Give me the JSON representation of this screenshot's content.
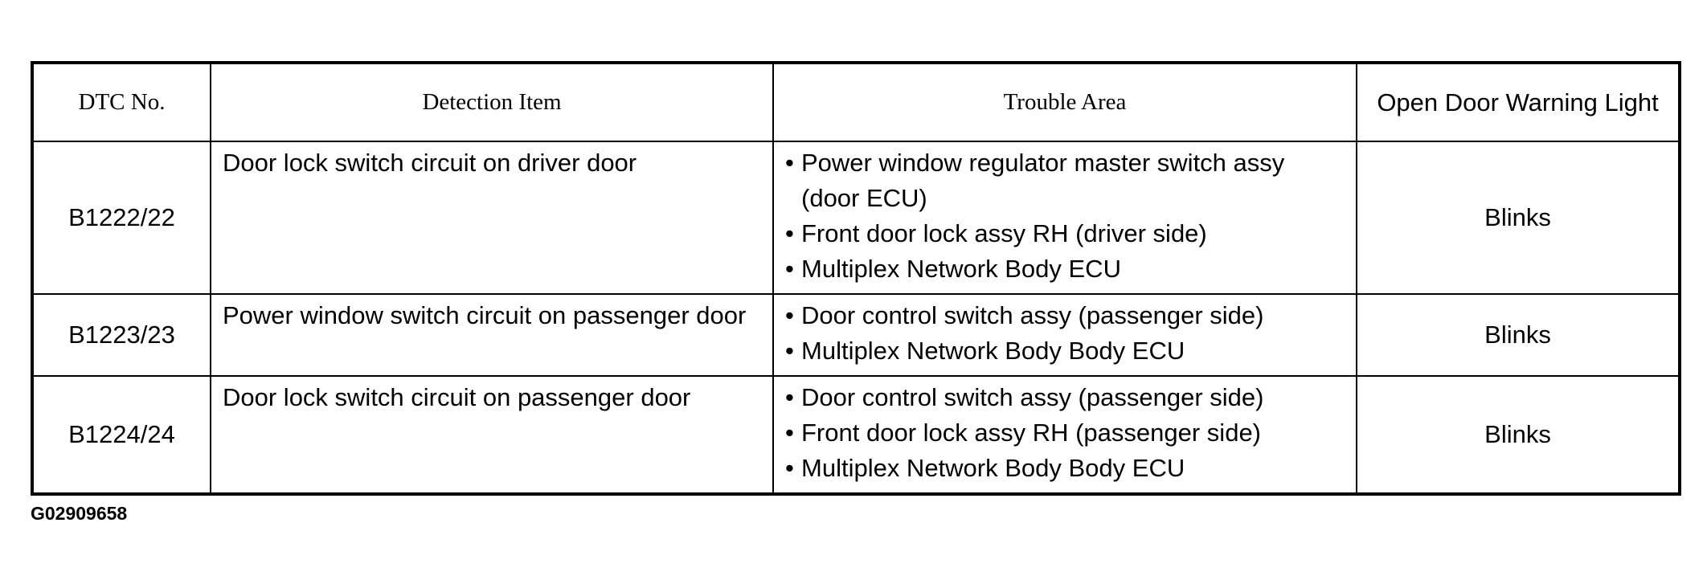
{
  "table": {
    "headers": {
      "dtc_no": "DTC No.",
      "detection_item": "Detection Item",
      "trouble_area": "Trouble Area",
      "warning_light": "Open Door Warning Light"
    },
    "bullet_symbol": "•",
    "rows": [
      {
        "dtc_no": "B1222/22",
        "detection_item": "Door lock switch circuit on driver door",
        "trouble_area": [
          "Power window regulator master switch assy (door ECU)",
          "Front door lock assy RH (driver side)",
          "Multiplex Network Body ECU"
        ],
        "warning_light": "Blinks"
      },
      {
        "dtc_no": "B1223/23",
        "detection_item": "Power window switch circuit on passenger door",
        "trouble_area": [
          "Door control switch assy (passenger side)",
          "Multiplex Network Body Body ECU"
        ],
        "warning_light": "Blinks"
      },
      {
        "dtc_no": "B1224/24",
        "detection_item": "Door lock switch circuit on passenger door",
        "trouble_area": [
          "Door control switch assy (passenger side)",
          "Front door lock assy RH (passenger side)",
          "Multiplex Network Body Body ECU"
        ],
        "warning_light": "Blinks"
      }
    ]
  },
  "figure_id": "G02909658"
}
